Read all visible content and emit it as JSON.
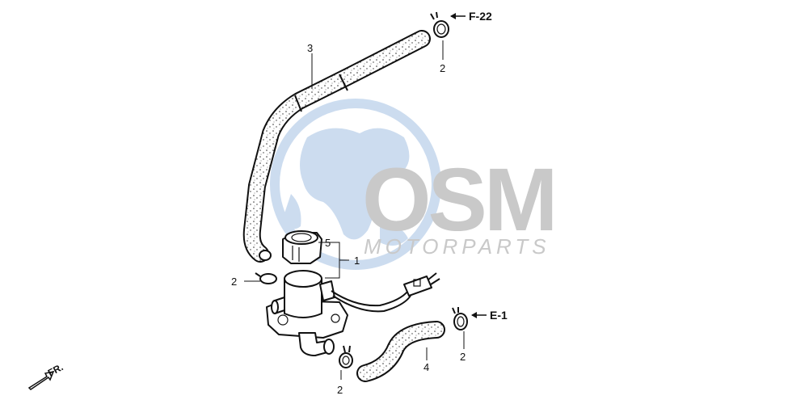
{
  "watermark": {
    "brand": "OSM",
    "tagline": "MOTORPARTS",
    "globe_color": "#c7d9ee"
  },
  "callouts": {
    "part1": "1",
    "part2_top": "2",
    "part2_left": "2",
    "part2_bottom": "2",
    "part2_right": "2",
    "part3": "3",
    "part4": "4",
    "part5": "5"
  },
  "references": {
    "top": "F-22",
    "right": "E-1"
  },
  "front_indicator": "FR."
}
